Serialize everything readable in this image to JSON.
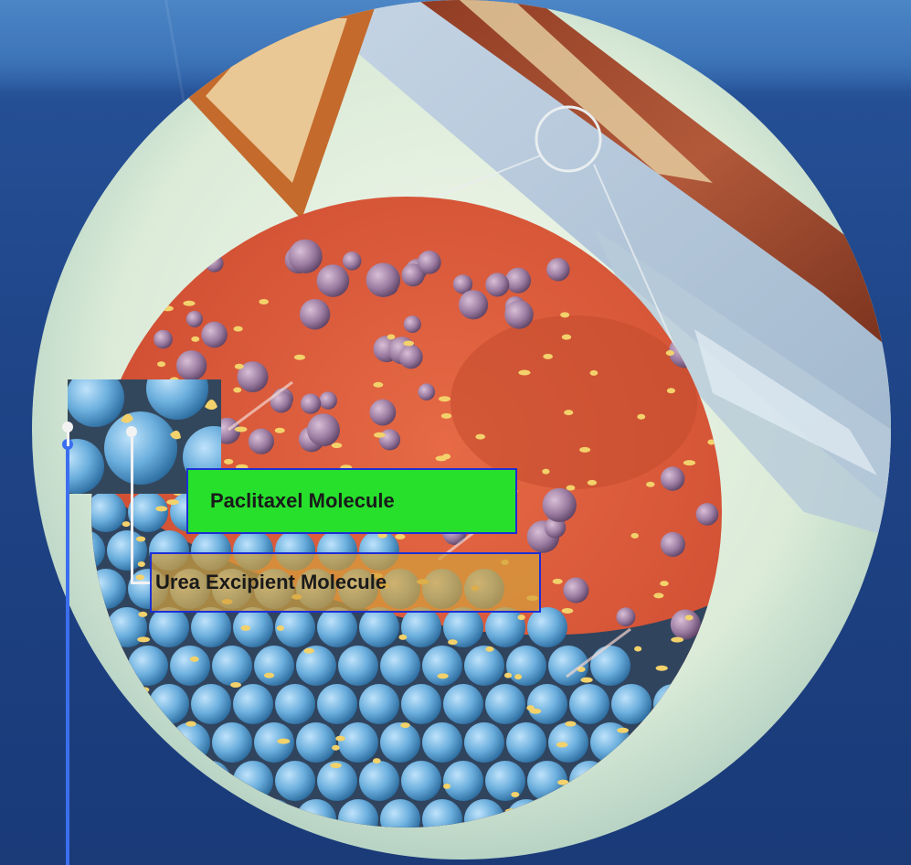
{
  "labels": {
    "paclitaxel": "Paclitaxel Molecule",
    "urea": "Urea Excipient Molecule"
  },
  "colors": {
    "background": "#1f4487",
    "paclitaxel_box": "#26e02c",
    "urea_box": "#d4a03c",
    "box_border": "#1c2fd6",
    "sphere_blue": "#6fb3e0",
    "sphere_purple": "#9a7aa0",
    "tissue_red": "#d9573a",
    "lens_ring": "#dfeedd",
    "connector_blue": "#3b6ff0",
    "connector_white": "#f2f2f2"
  },
  "icons": [
    "magnifier-ring",
    "zoom-lens",
    "molecule-sphere"
  ]
}
